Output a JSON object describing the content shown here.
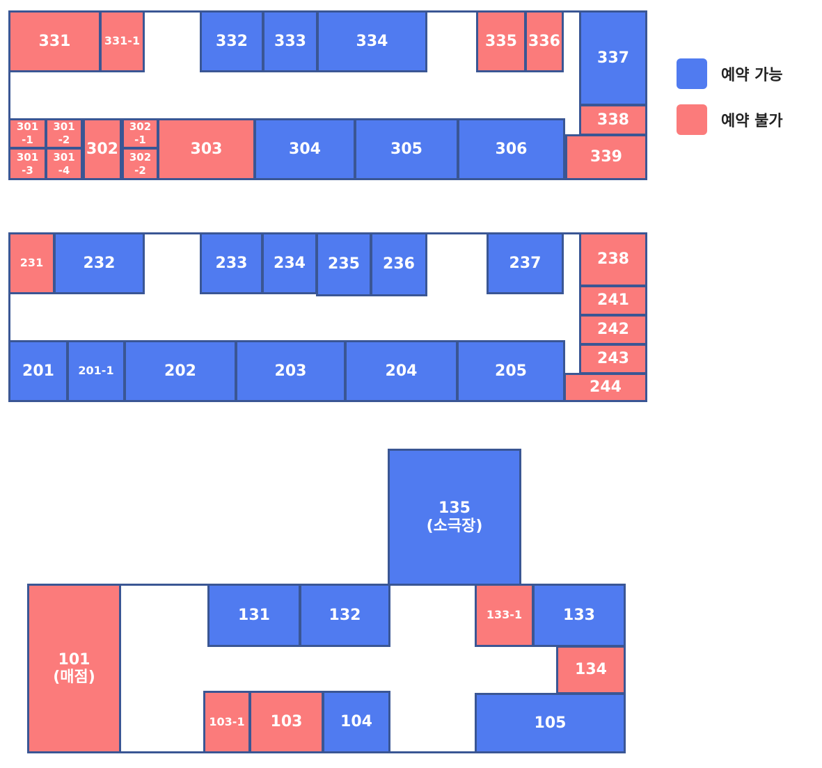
{
  "legend": {
    "available": {
      "label": "예약 가능",
      "color": "#507bf0"
    },
    "unavailable": {
      "label": "예약 불가",
      "color": "#fb7b7b"
    }
  },
  "floors": {
    "floor3": {
      "331": {
        "label": "331",
        "status": "unavailable"
      },
      "331-1": {
        "label": "331-1",
        "status": "unavailable"
      },
      "332": {
        "label": "332",
        "status": "available"
      },
      "333": {
        "label": "333",
        "status": "available"
      },
      "334": {
        "label": "334",
        "status": "available"
      },
      "335": {
        "label": "335",
        "status": "unavailable"
      },
      "336": {
        "label": "336",
        "status": "unavailable"
      },
      "337": {
        "label": "337",
        "status": "available"
      },
      "338": {
        "label": "338",
        "status": "unavailable"
      },
      "339": {
        "label": "339",
        "status": "unavailable"
      },
      "301-1": {
        "label": "301\n-1",
        "status": "unavailable"
      },
      "301-2": {
        "label": "301\n-2",
        "status": "unavailable"
      },
      "301-3": {
        "label": "301\n-3",
        "status": "unavailable"
      },
      "301-4": {
        "label": "301\n-4",
        "status": "unavailable"
      },
      "302": {
        "label": "302",
        "status": "unavailable"
      },
      "302-1": {
        "label": "302\n-1",
        "status": "unavailable"
      },
      "302-2": {
        "label": "302\n-2",
        "status": "unavailable"
      },
      "303": {
        "label": "303",
        "status": "unavailable"
      },
      "304": {
        "label": "304",
        "status": "available"
      },
      "305": {
        "label": "305",
        "status": "available"
      },
      "306": {
        "label": "306",
        "status": "available"
      }
    },
    "floor2": {
      "231": {
        "label": "231",
        "status": "unavailable"
      },
      "232": {
        "label": "232",
        "status": "available"
      },
      "233": {
        "label": "233",
        "status": "available"
      },
      "234": {
        "label": "234",
        "status": "available"
      },
      "235": {
        "label": "235",
        "status": "available"
      },
      "236": {
        "label": "236",
        "status": "available"
      },
      "237": {
        "label": "237",
        "status": "available"
      },
      "238": {
        "label": "238",
        "status": "unavailable"
      },
      "241": {
        "label": "241",
        "status": "unavailable"
      },
      "242": {
        "label": "242",
        "status": "unavailable"
      },
      "243": {
        "label": "243",
        "status": "unavailable"
      },
      "244": {
        "label": "244",
        "status": "unavailable"
      },
      "201": {
        "label": "201",
        "status": "available"
      },
      "201-1": {
        "label": "201-1",
        "status": "available"
      },
      "202": {
        "label": "202",
        "status": "available"
      },
      "203": {
        "label": "203",
        "status": "available"
      },
      "204": {
        "label": "204",
        "status": "available"
      },
      "205": {
        "label": "205",
        "status": "available"
      }
    },
    "floor1": {
      "135": {
        "label": "135\n(소극장)",
        "status": "available"
      },
      "101": {
        "label": "101\n(매점)",
        "status": "unavailable"
      },
      "131": {
        "label": "131",
        "status": "available"
      },
      "132": {
        "label": "132",
        "status": "available"
      },
      "133-1": {
        "label": "133-1",
        "status": "unavailable"
      },
      "133": {
        "label": "133",
        "status": "available"
      },
      "134": {
        "label": "134",
        "status": "unavailable"
      },
      "103-1": {
        "label": "103-1",
        "status": "unavailable"
      },
      "103": {
        "label": "103",
        "status": "unavailable"
      },
      "104": {
        "label": "104",
        "status": "available"
      },
      "105": {
        "label": "105",
        "status": "available"
      }
    }
  }
}
